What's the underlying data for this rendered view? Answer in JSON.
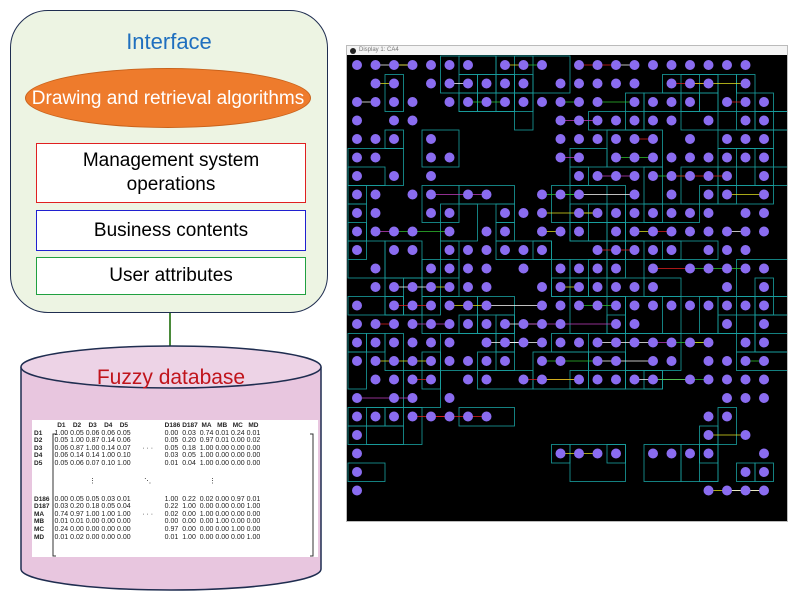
{
  "interface": {
    "title": "Interface",
    "algorithms": "Drawing and retrieval algorithms",
    "layers": [
      "Management system operations",
      "Business contents",
      "User attributes"
    ]
  },
  "database": {
    "title": "Fuzzy database",
    "columns": [
      "D1",
      "D2",
      "D3",
      "D4",
      "D5",
      "D186",
      "D187",
      "MA",
      "MB",
      "MC",
      "MD"
    ],
    "rows": [
      {
        "label": "D1",
        "left": [
          "1.00",
          "0.05",
          "0.06",
          "0.06",
          "0.05"
        ],
        "right": [
          "0.00",
          "0.03",
          "0.74",
          "0.01",
          "0.24",
          "0.01"
        ]
      },
      {
        "label": "D2",
        "left": [
          "0.05",
          "1.00",
          "0.87",
          "0.14",
          "0.06"
        ],
        "right": [
          "0.05",
          "0.20",
          "0.97",
          "0.01",
          "0.00",
          "0.02"
        ]
      },
      {
        "label": "D3",
        "left": [
          "0.06",
          "0.87",
          "1.00",
          "0.14",
          "0.07"
        ],
        "right": [
          "0.05",
          "0.18",
          "1.00",
          "0.00",
          "0.00",
          "0.00"
        ]
      },
      {
        "label": "D4",
        "left": [
          "0.06",
          "0.14",
          "0.14",
          "1.00",
          "0.10"
        ],
        "right": [
          "0.03",
          "0.05",
          "1.00",
          "0.00",
          "0.00",
          "0.00"
        ]
      },
      {
        "label": "D5",
        "left": [
          "0.05",
          "0.06",
          "0.07",
          "0.10",
          "1.00"
        ],
        "right": [
          "0.01",
          "0.04",
          "1.00",
          "0.00",
          "0.00",
          "0.00"
        ]
      },
      {
        "label": "D186",
        "left": [
          "0.00",
          "0.05",
          "0.05",
          "0.03",
          "0.01"
        ],
        "right": [
          "1.00",
          "0.22",
          "0.02",
          "0.00",
          "0.97",
          "0.01"
        ]
      },
      {
        "label": "D187",
        "left": [
          "0.03",
          "0.20",
          "0.18",
          "0.05",
          "0.04"
        ],
        "right": [
          "0.22",
          "1.00",
          "0.00",
          "0.00",
          "0.00",
          "1.00"
        ]
      },
      {
        "label": "MA",
        "left": [
          "0.74",
          "0.97",
          "1.00",
          "1.00",
          "1.00"
        ],
        "right": [
          "0.02",
          "0.00",
          "1.00",
          "0.00",
          "0.00",
          "0.00"
        ]
      },
      {
        "label": "MB",
        "left": [
          "0.01",
          "0.01",
          "0.00",
          "0.00",
          "0.00"
        ],
        "right": [
          "0.00",
          "0.00",
          "0.00",
          "1.00",
          "0.00",
          "0.00"
        ]
      },
      {
        "label": "MC",
        "left": [
          "0.24",
          "0.00",
          "0.00",
          "0.00",
          "0.00"
        ],
        "right": [
          "0.97",
          "0.00",
          "0.00",
          "0.00",
          "1.00",
          "0.00"
        ]
      },
      {
        "label": "MD",
        "left": [
          "0.01",
          "0.02",
          "0.00",
          "0.00",
          "0.00"
        ],
        "right": [
          "0.01",
          "1.00",
          "0.00",
          "0.00",
          "0.00",
          "1.00"
        ]
      }
    ],
    "ellipsis": "· · ·"
  },
  "display": {
    "title": "Display 1: CA4",
    "colors": {
      "node": "#8a6cf0",
      "cell": "#1aa0a0",
      "edges": [
        "#e02020",
        "#30c030",
        "#c040c0",
        "#e0e020",
        "#ffffff"
      ]
    }
  }
}
